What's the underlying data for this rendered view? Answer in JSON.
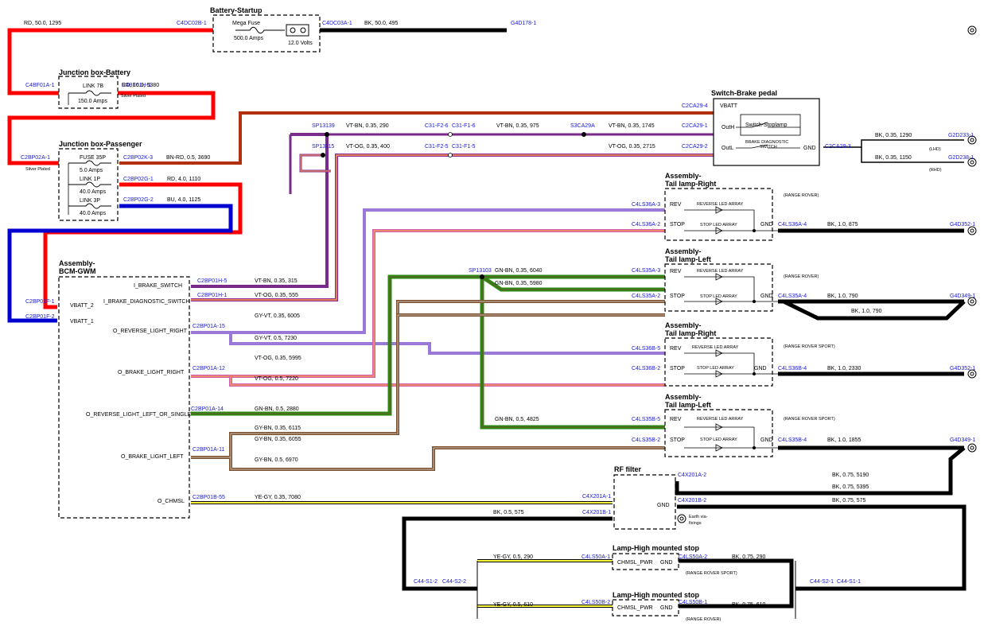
{
  "components": [
    {
      "id": "battery_startup",
      "title": "Battery-Startup"
    },
    {
      "id": "jb_battery",
      "title": "Junction box-Battery"
    },
    {
      "id": "jb_passenger",
      "title": "Junction box-Passenger"
    },
    {
      "id": "bcm",
      "title": "Assembly-\nBCM-GWM"
    },
    {
      "id": "switch_brake",
      "title": "Switch-Brake pedal"
    },
    {
      "id": "tl_right_rr",
      "title": "Assembly-\nTail lamp-Right"
    },
    {
      "id": "tl_left_rr",
      "title": "Assembly-\nTail lamp-Left"
    },
    {
      "id": "tl_right_rrs",
      "title": "Assembly-\nTail lamp-Right"
    },
    {
      "id": "tl_left_rrs",
      "title": "Assembly-\nTail lamp-Left"
    },
    {
      "id": "rf_filter",
      "title": "RF filter"
    },
    {
      "id": "chmsl_a",
      "title": "Lamp-High mounted stop"
    },
    {
      "id": "chmsl_b",
      "title": "Lamp-High mounted stop"
    }
  ],
  "labels": [
    {
      "t": "Mega Fuse"
    },
    {
      "t": "500.0 Amps"
    },
    {
      "t": "12.0 Volts"
    },
    {
      "t": "LINK 7B"
    },
    {
      "t": "150.0 Amps"
    },
    {
      "t": "Silver Plated"
    },
    {
      "t": "Silver Plated"
    },
    {
      "t": "FUSE 35P"
    },
    {
      "t": "5.0 Amps"
    },
    {
      "t": "LINK 1P"
    },
    {
      "t": "40.0 Amps"
    },
    {
      "t": "LINK 3P"
    },
    {
      "t": "40.0 Amps"
    },
    {
      "t": "VBATT_2"
    },
    {
      "t": "VBATT_1"
    },
    {
      "t": "I_BRAKE_SWITCH"
    },
    {
      "t": "I_BRAKE_DIAGNOSTIC_SWITCH"
    },
    {
      "t": "O_REVERSE_LIGHT_RIGHT"
    },
    {
      "t": "O_BRAKE_LIGHT_RIGHT"
    },
    {
      "t": "O_REVERSE_LIGHT_LEFT_OR_SINGLE"
    },
    {
      "t": "O_BRAKE_LIGHT_LEFT"
    },
    {
      "t": "O_CHMSL"
    },
    {
      "t": "VBATT"
    },
    {
      "t": "OutH"
    },
    {
      "t": "OutL"
    },
    {
      "t": "GND"
    },
    {
      "t": "Switch-Stoplamp"
    },
    {
      "t": "BRAKE DIAGNOSTIC"
    },
    {
      "t": "SWITCH"
    },
    {
      "t": "(LHD)"
    },
    {
      "t": "(RHD)"
    },
    {
      "t": "REV"
    },
    {
      "t": "STOP"
    },
    {
      "t": "GND"
    },
    {
      "t": "REVERSE LED ARRAY"
    },
    {
      "t": "STOP LED ARRAY"
    },
    {
      "t": "(RANGE ROVER)"
    },
    {
      "t": "REV"
    },
    {
      "t": "STOP"
    },
    {
      "t": "GND"
    },
    {
      "t": "REVERSE LED ARRAY"
    },
    {
      "t": "STOP LED ARRAY"
    },
    {
      "t": "(RANGE ROVER)"
    },
    {
      "t": "REV"
    },
    {
      "t": "STOP"
    },
    {
      "t": "GND"
    },
    {
      "t": "REVERSE LED ARRAY"
    },
    {
      "t": "STOP LED ARRAY"
    },
    {
      "t": "(RANGE ROVER SPORT)"
    },
    {
      "t": "REV"
    },
    {
      "t": "STOP"
    },
    {
      "t": "GND"
    },
    {
      "t": "REVERSE LED ARRAY"
    },
    {
      "t": "STOP LED ARRAY"
    },
    {
      "t": "(RANGE ROVER SPORT)"
    },
    {
      "t": "GND"
    },
    {
      "t": "Earth via-"
    },
    {
      "t": "fixings"
    },
    {
      "t": "CHMSL_PWR"
    },
    {
      "t": "GND"
    },
    {
      "t": "(RANGE ROVER SPORT)"
    },
    {
      "t": "CHMSL_PWR"
    },
    {
      "t": "GND"
    },
    {
      "t": "(RANGE ROVER)"
    }
  ],
  "connectors": [
    {
      "t": "C4DC02B-1"
    },
    {
      "t": "C4DC03A-1"
    },
    {
      "t": "G4D178-1"
    },
    {
      "t": "C4BF01A-1"
    },
    {
      "t": "C4BF01H-1"
    },
    {
      "t": "C2BP02A-1"
    },
    {
      "t": "C2BP02K-3"
    },
    {
      "t": "C2BP02G-1"
    },
    {
      "t": "C2BP02G-2"
    },
    {
      "t": "C2BP01F-1"
    },
    {
      "t": "C2BP01F-2"
    },
    {
      "t": "C2BP01H-5"
    },
    {
      "t": "C2BP01H-1"
    },
    {
      "t": "C2BP01A-15"
    },
    {
      "t": "C2BP01A-12"
    },
    {
      "t": "C2BP01A-14"
    },
    {
      "t": "C2BP01A-11"
    },
    {
      "t": "C2BP01B-55"
    },
    {
      "t": "SP13139"
    },
    {
      "t": "SP13115"
    },
    {
      "t": "C31-F2-6"
    },
    {
      "t": "C31-F1-6"
    },
    {
      "t": "C31-F2-5"
    },
    {
      "t": "C31-F1-5"
    },
    {
      "t": "S3CA29A"
    },
    {
      "t": "C2CA29-4"
    },
    {
      "t": "C2CA29-1"
    },
    {
      "t": "C2CA29-2"
    },
    {
      "t": "C2CA29-3"
    },
    {
      "t": "G2D233-1"
    },
    {
      "t": "G2D238-1"
    },
    {
      "t": "C4LS36A-3"
    },
    {
      "t": "C4LS36A-2"
    },
    {
      "t": "C4LS36A-4"
    },
    {
      "t": "G4D352-1"
    },
    {
      "t": "SP13103"
    },
    {
      "t": "C4LS35A-3"
    },
    {
      "t": "C4LS35A-2"
    },
    {
      "t": "C4LS35A-4"
    },
    {
      "t": "G4D349-1"
    },
    {
      "t": "C4LS36B-5"
    },
    {
      "t": "C4LS36B-2"
    },
    {
      "t": "C4LS36B-4"
    },
    {
      "t": "G4D352-1"
    },
    {
      "t": "C4LS35B-5"
    },
    {
      "t": "C4LS35B-2"
    },
    {
      "t": "C4LS35B-4"
    },
    {
      "t": "G4D349-1"
    },
    {
      "t": "C4X201A-1"
    },
    {
      "t": "C4X201B-1"
    },
    {
      "t": "C4X201A-2"
    },
    {
      "t": "C4X201B-2"
    },
    {
      "t": "C4LS50A-1"
    },
    {
      "t": "C4LS50A-2"
    },
    {
      "t": "C4LS50B-2"
    },
    {
      "t": "C4LS50B-1"
    },
    {
      "t": "C44-S1-2"
    },
    {
      "t": "C44-S2-2"
    },
    {
      "t": "C44-S2-1"
    },
    {
      "t": "C44-S1-1"
    }
  ],
  "wires": [
    {
      "t": "RD, 50.0, 1295"
    },
    {
      "t": "BK, 50.0, 495"
    },
    {
      "t": "RD, 16.0, 5380"
    },
    {
      "t": "BN-RD, 0.5, 3690"
    },
    {
      "t": "RD, 4.0, 1110"
    },
    {
      "t": "BU, 4.0, 1125"
    },
    {
      "t": "VT-BN, 0.35, 315"
    },
    {
      "t": "VT-OG, 0.35, 555"
    },
    {
      "t": "VT-BN, 0.35, 290"
    },
    {
      "t": "VT-BN, 0.35, 975"
    },
    {
      "t": "VT-BN, 0.35, 1745"
    },
    {
      "t": "VT-OG, 0.35, 400"
    },
    {
      "t": "VT-OG, 0.35, 2715"
    },
    {
      "t": "BK, 0.35, 1290"
    },
    {
      "t": "BK, 0.35, 1150"
    },
    {
      "t": "GY-VT, 0.35, 6005"
    },
    {
      "t": "GY-VT, 0.5, 7230"
    },
    {
      "t": "VT-OG, 0.35, 5995"
    },
    {
      "t": "VT-OG, 0.5, 7220"
    },
    {
      "t": "GN-BN, 0.5, 2880"
    },
    {
      "t": "GN-BN, 0.35, 6040"
    },
    {
      "t": "GN-BN, 0.35, 5980"
    },
    {
      "t": "GN-BN, 0.5, 4825"
    },
    {
      "t": "GY-BN, 0.35, 6115"
    },
    {
      "t": "GY-BN, 0.35, 6055"
    },
    {
      "t": "GY-BN, 0.5, 6970"
    },
    {
      "t": "BK, 1.0, 875"
    },
    {
      "t": "BK, 1.0, 790"
    },
    {
      "t": "BK, 1.0, 790"
    },
    {
      "t": "BK, 1.0, 2330"
    },
    {
      "t": "BK, 1.0, 1855"
    },
    {
      "t": "YE-GY, 0.35, 7080"
    },
    {
      "t": "BK, 0.5, 575"
    },
    {
      "t": "BK, 0.75, 5190"
    },
    {
      "t": "BK, 0.75, 5395"
    },
    {
      "t": "BK, 0.75, 575"
    },
    {
      "t": "YE-GY, 0.5, 290"
    },
    {
      "t": "BK, 0.75, 290"
    },
    {
      "t": "YE-GY, 0.5, 610"
    },
    {
      "t": "BK, 0.75, 610"
    }
  ],
  "colors": {
    "RD": "#ff0000",
    "BK": "#000000",
    "BU": "#0000d0",
    "BN": "#a82a08",
    "VT": "#8a2a9a",
    "OG": "#ffa040",
    "GN": "#2a8a10",
    "GY": "#a0a0a0",
    "YE": "#ffff40",
    "connector_text": "#1a1ad0"
  }
}
